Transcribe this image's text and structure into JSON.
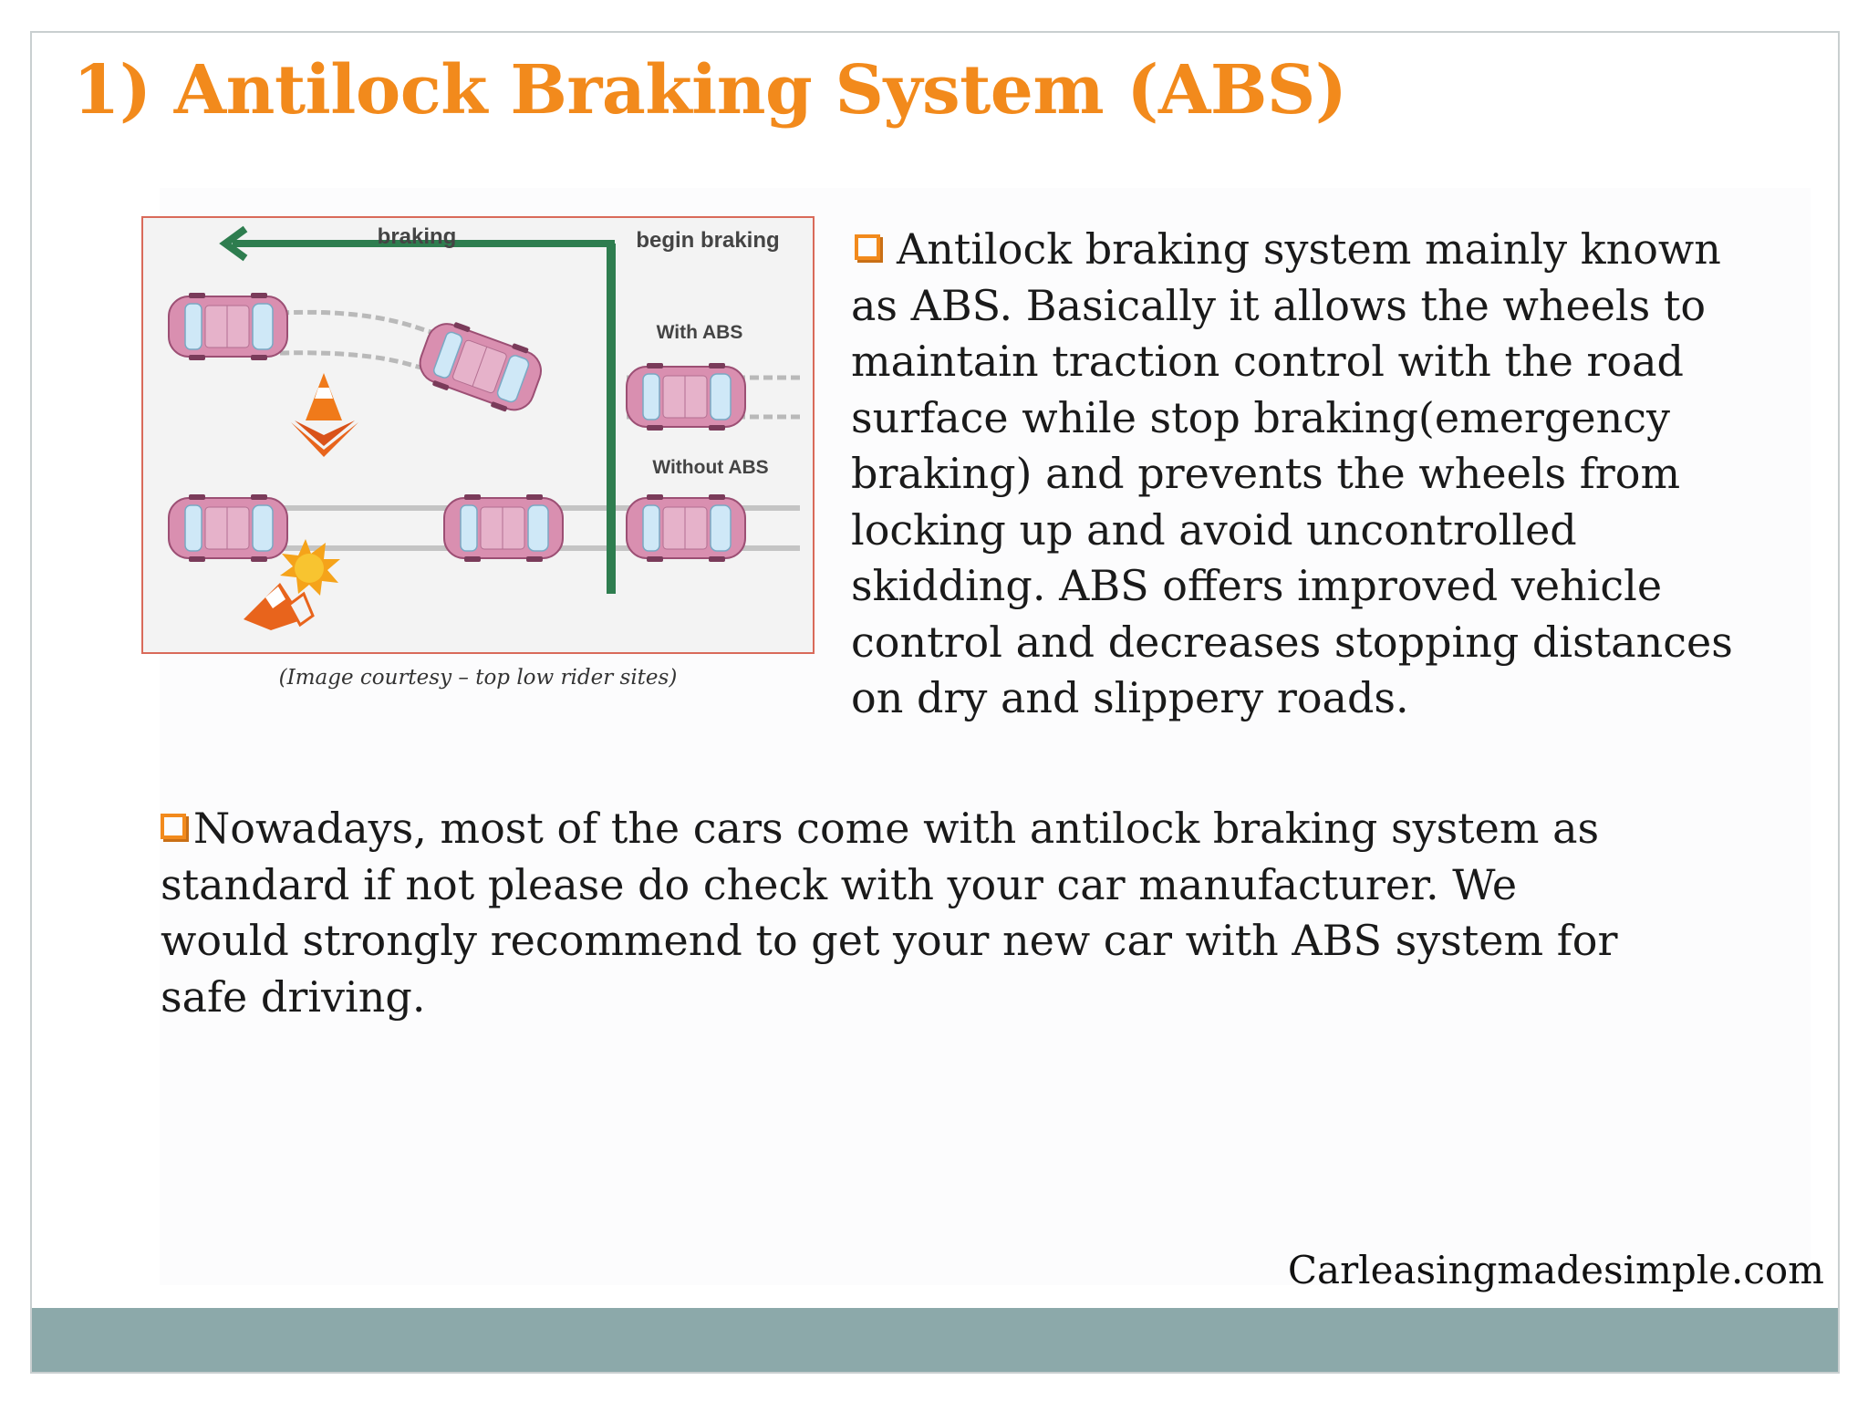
{
  "slide": {
    "title": "1)  Antilock Braking System (ABS)",
    "figure": {
      "labels": {
        "braking": "braking",
        "begin_braking": "begin braking",
        "with_abs": "With ABS",
        "without_abs": "Without ABS"
      },
      "caption": "(Image courtesy – top low rider sites)"
    },
    "paragraph_1": "Antilock braking system mainly known as ABS. Basically it allows the wheels to maintain traction control with the road surface while stop braking(emergency braking) and prevents the wheels from locking up and avoid uncontrolled skidding. ABS offers improved vehicle control and decreases stopping distances on dry and slippery roads.",
    "paragraph_2": "Nowadays, most of the cars come with antilock braking system as standard if not please do check with your car manufacturer. We would strongly recommend to get your new car with ABS system for safe driving.",
    "footer_site": "Carleasingmadesimple.com",
    "colors": {
      "title": "#f28a1c",
      "bullet": "#f28a1c",
      "footer_bar": "#8ca9aa",
      "arrow": "#2e7d4f",
      "car": "#d98fb0"
    },
    "icons": [
      "checkbox-bullet-icon",
      "traffic-cone-icon",
      "impact-burst-icon",
      "left-arrow-icon"
    ]
  }
}
